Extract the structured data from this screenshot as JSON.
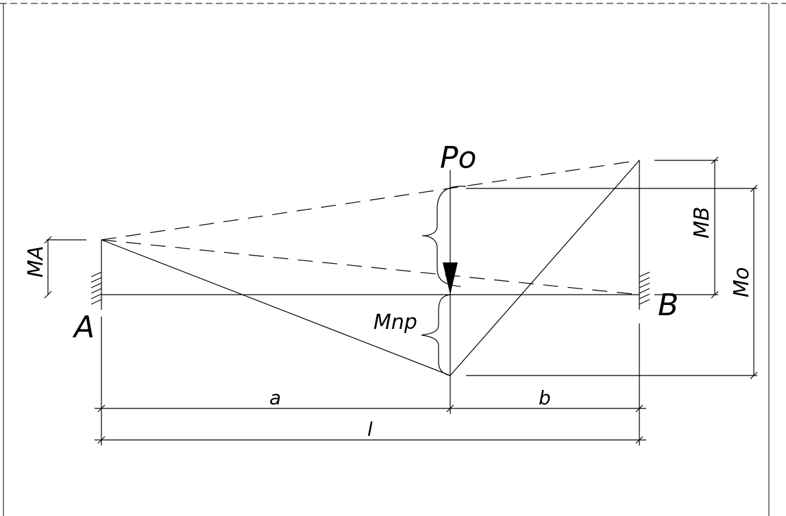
{
  "labels": {
    "force": "Po",
    "support_a": "A",
    "support_b": "B",
    "moment_a": "MA",
    "moment_b": "MB",
    "moment_zero": "Mo",
    "moment_span": "Mnp",
    "dim_a": "a",
    "dim_b": "b",
    "dim_l": "l"
  }
}
